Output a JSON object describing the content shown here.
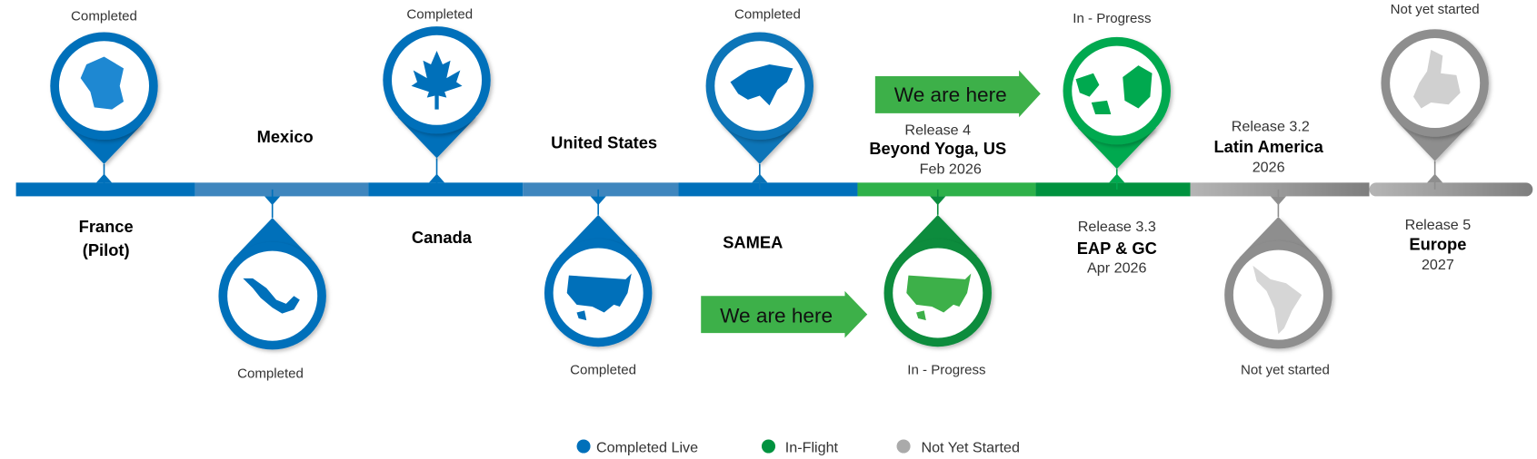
{
  "colors": {
    "completed": "#0070BA",
    "completed_light": "#3F86BE",
    "inflight": "#2EB14A",
    "inflight_dark": "#00923F",
    "not_started": "#9B9B9B",
    "arrow": "#3DB049"
  },
  "milestones": [
    {
      "name": "France",
      "name2": "(Pilot)",
      "status": "Completed",
      "icon": "france-map-icon"
    },
    {
      "name": "Mexico",
      "status": "Completed",
      "icon": "mexico-map-icon"
    },
    {
      "name": "Canada",
      "status": "Completed",
      "icon": "maple-leaf-icon"
    },
    {
      "name": "United States",
      "status": "Completed",
      "icon": "usa-map-icon"
    },
    {
      "name": "SAMEA",
      "status": "Completed",
      "icon": "asia-map-icon"
    },
    {
      "release": "Release 4",
      "name": "Beyond Yoga, US",
      "date": "Feb 2026",
      "status": "In - Progress",
      "icon": "usa-map-icon"
    },
    {
      "release": "Release 3.3",
      "name": "EAP & GC",
      "date": "Apr 2026",
      "status": "In - Progress",
      "icon": "asia-pacific-map-icon"
    },
    {
      "release": "Release 3.2",
      "name": "Latin America",
      "date": "2026",
      "status": "Not yet started",
      "icon": "latin-america-map-icon"
    },
    {
      "release": "Release 5",
      "name": "Europe",
      "date": "2027",
      "status": "Not yet started",
      "icon": "europe-map-icon"
    }
  ],
  "callouts": {
    "we_are_here": "We are here"
  },
  "legend": [
    {
      "label": "Completed Live",
      "color": "#0070BA"
    },
    {
      "label": "In-Flight",
      "color": "#00923F"
    },
    {
      "label": "Not Yet Started",
      "color": "#AAAAAA"
    }
  ]
}
